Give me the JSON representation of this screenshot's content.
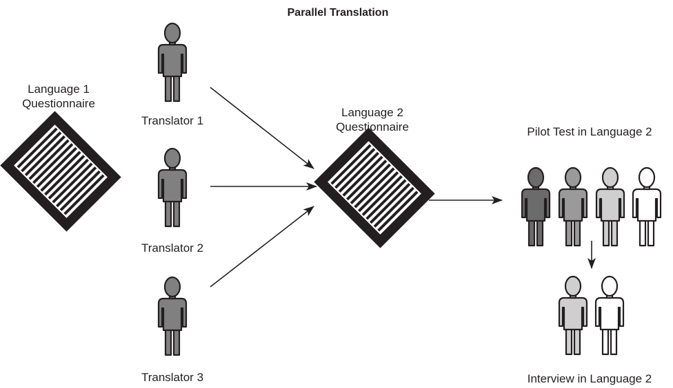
{
  "title": "Parallel Translation",
  "source_questionnaire": {
    "line1": "Language 1",
    "line2": "Questionnaire"
  },
  "target_questionnaire": {
    "line1": "Language 2",
    "line2": "Questionnaire"
  },
  "translators": [
    "Translator 1",
    "Translator 2",
    "Translator 3"
  ],
  "pilot_test_label": "Pilot Test in Language 2",
  "interview_label": "Interview in Language 2",
  "colors": {
    "ink": "#231f20",
    "translator_fill": "#808080",
    "pilot_fills": [
      "#6b6b6b",
      "#9a9a9a",
      "#cfcfcf",
      "#ffffff"
    ],
    "interview_fills": [
      "#cfcfcf",
      "#ffffff"
    ]
  },
  "icons": [
    "person-icon",
    "questionnaire-document-icon",
    "arrow-icon"
  ]
}
